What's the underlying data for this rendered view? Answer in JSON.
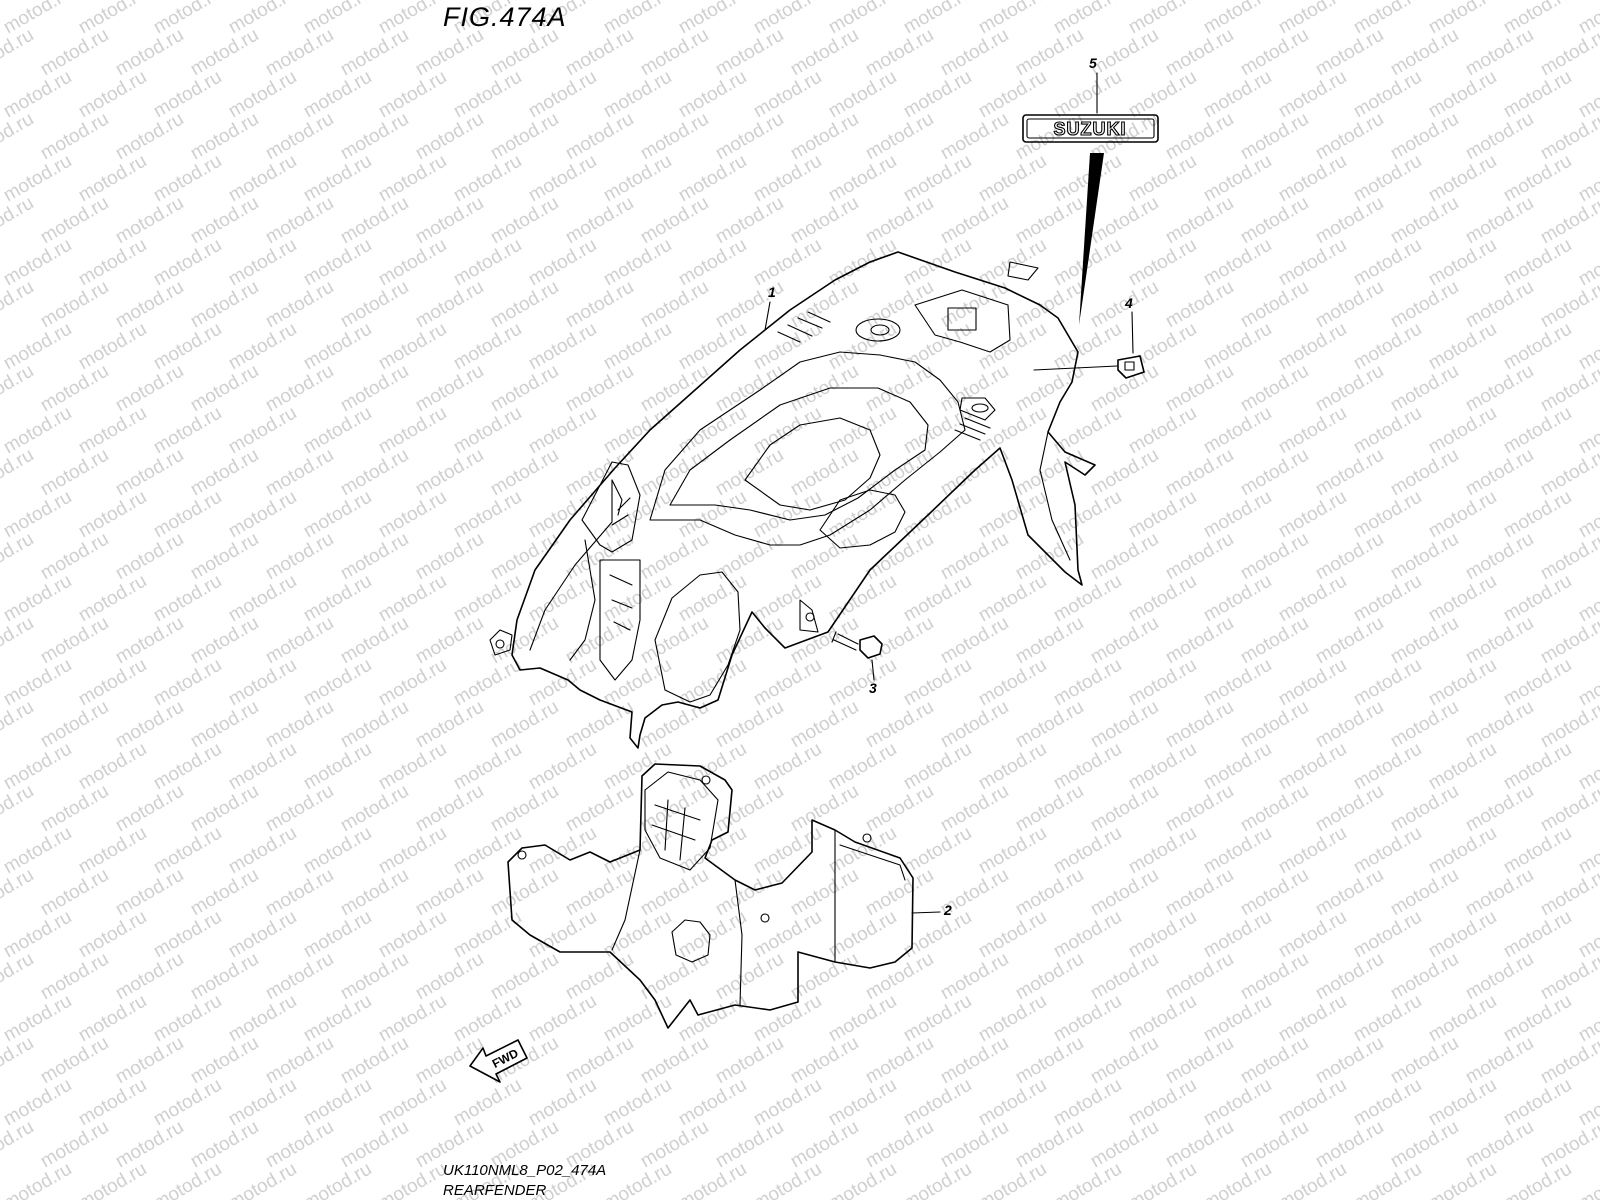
{
  "figure": {
    "title": "FIG.474A",
    "code": "UK110NML8_P02_474A",
    "name": "REARFENDER"
  },
  "watermark": "motod.ru",
  "callouts": [
    {
      "number": "1",
      "part": "rear-fender"
    },
    {
      "number": "2",
      "part": "inner-fender"
    },
    {
      "number": "3",
      "part": "bolt"
    },
    {
      "number": "4",
      "part": "clip-nut"
    },
    {
      "number": "5",
      "part": "emblem"
    }
  ],
  "emblem_text": "SUZUKI",
  "fwd_label": "FWD"
}
